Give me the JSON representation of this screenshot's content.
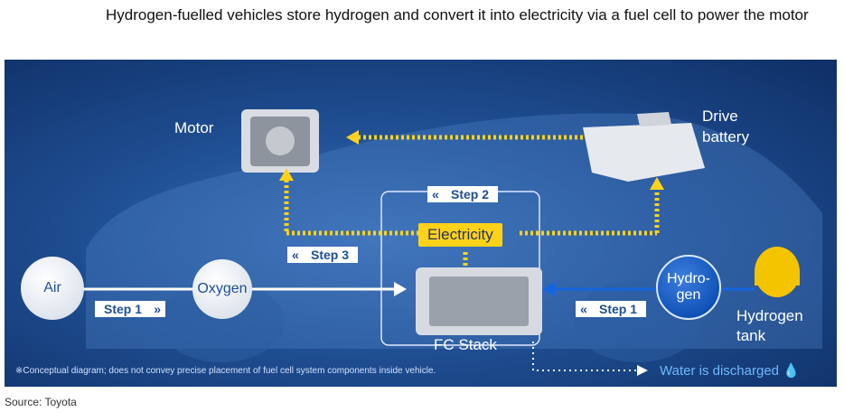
{
  "caption": "Hydrogen-fuelled vehicles store hydrogen and convert it into electricity via a fuel cell to power the motor",
  "diagram": {
    "motor": "Motor",
    "drive_battery_line1": "Drive",
    "drive_battery_line2": "battery",
    "electricity": "Electricity",
    "step2": "Step 2",
    "step3": "Step 3",
    "step1_left": "Step 1",
    "step1_right": "Step 1",
    "air": "Air",
    "oxygen": "Oxygen",
    "hydrogen_circle_line1": "Hydro-",
    "hydrogen_circle_line2": "gen",
    "hydrogen_tank_line1": "Hydrogen",
    "hydrogen_tank_line2": "tank",
    "fc_stack": "FC Stack",
    "note": "※Conceptual diagram; does not convey precise placement of fuel cell system components inside vehicle.",
    "water": "Water is discharged",
    "colors": {
      "background": "#1f4e92",
      "electricity": "#ffd21a",
      "hydrogen": "#0e4fb4"
    }
  },
  "source": "Source: Toyota"
}
